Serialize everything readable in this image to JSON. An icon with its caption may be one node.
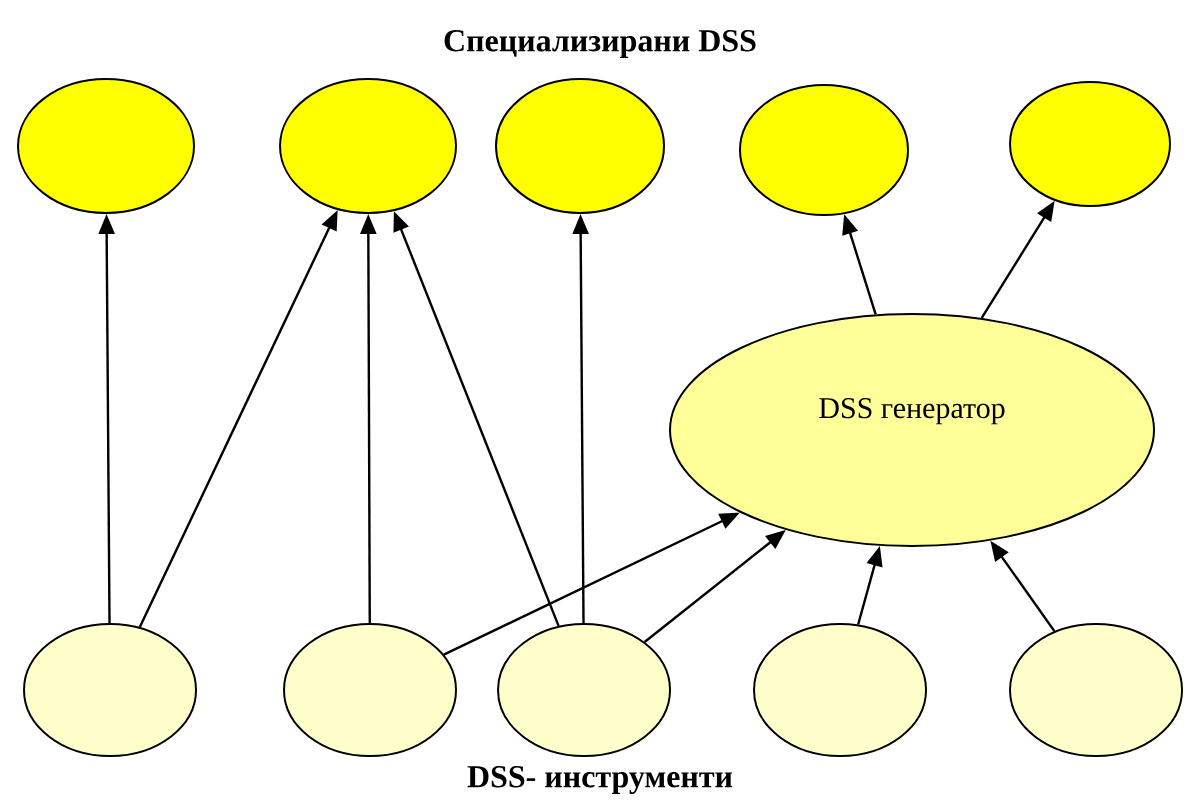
{
  "diagram": {
    "nodes": [
      {
        "text": [],
        "shape": "ellipse"
      },
      {
        "text": [],
        "shape": "ellipse"
      },
      {
        "text": [],
        "shape": "ellipse"
      },
      {
        "text": [],
        "shape": "ellipse"
      },
      {
        "text": [],
        "shape": "ellipse"
      },
      {
        "text": [
          "DSS генератор"
        ]
      },
      {
        "text": [],
        "shape": "ellipse"
      },
      {
        "text": [],
        "shape": "ellipse"
      },
      {
        "text": [],
        "shape": "ellipse"
      },
      {
        "text": [],
        "shape": "ellipse"
      },
      {
        "text": [],
        "shape": "ellipse"
      }
    ],
    "edges": [
      {
        "from": 6,
        "to": 0,
        "arrow": "to"
      },
      {
        "from": 6,
        "to": 1,
        "arrow": "to"
      },
      {
        "from": 7,
        "to": 1,
        "arrow": "to"
      },
      {
        "from": 8,
        "to": 1,
        "arrow": "to"
      },
      {
        "from": 8,
        "to": 2,
        "arrow": "to"
      },
      {
        "from": 7,
        "to": 5,
        "arrow": "to"
      },
      {
        "from": 8,
        "to": 5,
        "arrow": "to"
      },
      {
        "from": 9,
        "to": 5,
        "arrow": "to"
      },
      {
        "from": 10,
        "to": 5,
        "arrow": "to"
      },
      {
        "from": 5,
        "to": 3,
        "arrow": "to"
      },
      {
        "from": 5,
        "to": 4,
        "arrow": "to"
      }
    ],
    "labels": [
      "Специализирани DSS",
      "DSS- инструменти"
    ]
  }
}
